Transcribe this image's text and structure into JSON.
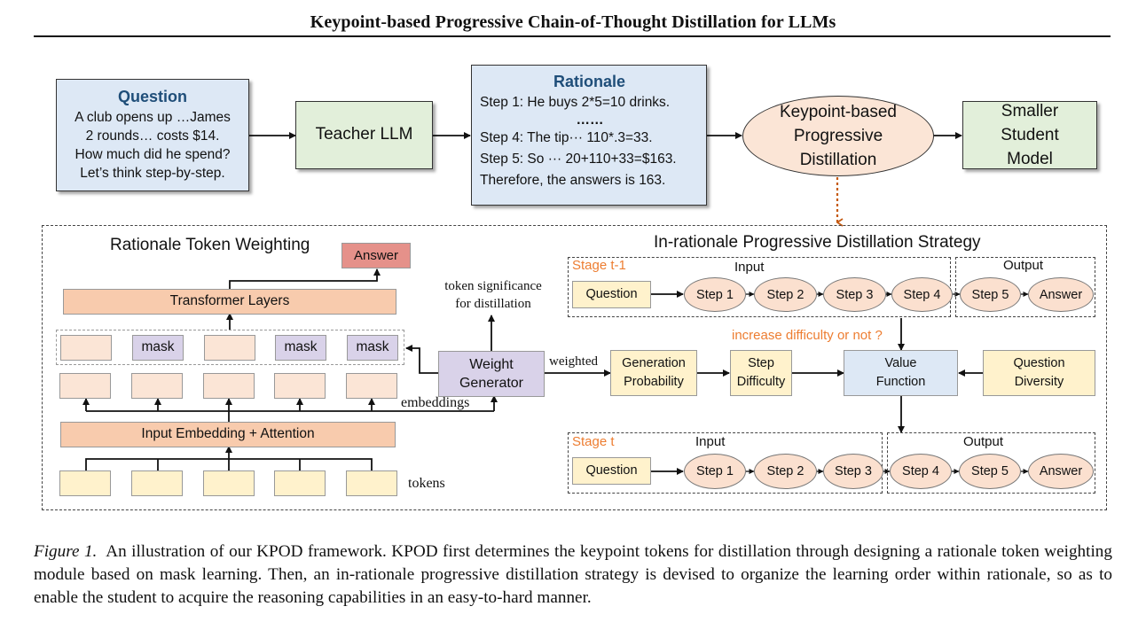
{
  "header": {
    "title": "Keypoint-based Progressive Chain-of-Thought Distillation for LLMs"
  },
  "top_flow": {
    "question": {
      "title": "Question",
      "lines": [
        "A club opens up …James",
        "2 rounds…  costs $14.",
        "How much did he spend?",
        "Let’s think step-by-step."
      ]
    },
    "teacher": "Teacher LLM",
    "rationale": {
      "title": "Rationale",
      "lines": [
        "Step 1: He buys 2*5=10 drinks.",
        "……",
        "Step 4: The tip··· 110*.3=33.",
        "Step 5: So ··· 20+110+33=$163.",
        "Therefore, the answers is 163."
      ]
    },
    "kpd": [
      "Keypoint-based",
      "Progressive",
      "Distillation"
    ],
    "student": [
      "Smaller",
      "Student",
      "Model"
    ]
  },
  "rtw": {
    "title": "Rationale Token Weighting",
    "answer": "Answer",
    "transformer": "Transformer Layers",
    "masked_row": [
      "",
      "mask",
      "",
      "mask",
      "mask"
    ],
    "embed_row": [
      "",
      "",
      "",
      "",
      ""
    ],
    "input_embedding": "Input Embedding + Attention",
    "token_row": [
      "",
      "",
      "",
      "",
      ""
    ],
    "tokens_label": "tokens",
    "embeddings_label": "embeddings",
    "weight_generator": [
      "Weight",
      "Generator"
    ],
    "significance_label": [
      "token significance",
      "for distillation"
    ],
    "weighted_label": "weighted"
  },
  "ipds": {
    "title": "In-rationale Progressive Distillation Strategy",
    "stage_prev": {
      "label": "Stage t-1",
      "input_label": "Input",
      "output_label": "Output",
      "question": "Question",
      "input_steps": [
        "Step 1",
        "Step 2",
        "Step 3",
        "Step 4"
      ],
      "output_steps": [
        "Step 5",
        "Answer"
      ]
    },
    "decision_label": "increase difficulty or not ?",
    "generation_probability": [
      "Generation",
      "Probability"
    ],
    "step_difficulty": [
      "Step",
      "Difficulty"
    ],
    "value_function": [
      "Value",
      "Function"
    ],
    "question_diversity": [
      "Question",
      "Diversity"
    ],
    "stage_cur": {
      "label": "Stage t",
      "input_label": "Input",
      "output_label": "Output",
      "question": "Question",
      "input_steps": [
        "Step 1",
        "Step 2",
        "Step 3"
      ],
      "output_steps": [
        "Step 4",
        "Step 5",
        "Answer"
      ]
    }
  },
  "caption": {
    "label": "Figure 1.",
    "text": "An illustration of our KPOD framework.  KPOD first determines the keypoint tokens for distillation through designing a rationale token weighting module based on mask learning. Then, an in-rationale progressive distillation strategy is devised to organize the learning order within rationale, so as to enable the student to acquire the reasoning capabilities in an easy-to-hard manner."
  },
  "colors": {
    "title_blue": "#1f4e79",
    "stage_orange": "#ed7d31",
    "box_blue": "#dde8f5",
    "box_green": "#e2efda",
    "box_peach": "#f8cbad",
    "box_yellow": "#fff2cc",
    "box_lavender": "#d9d2e9",
    "box_red": "#e5918a"
  }
}
